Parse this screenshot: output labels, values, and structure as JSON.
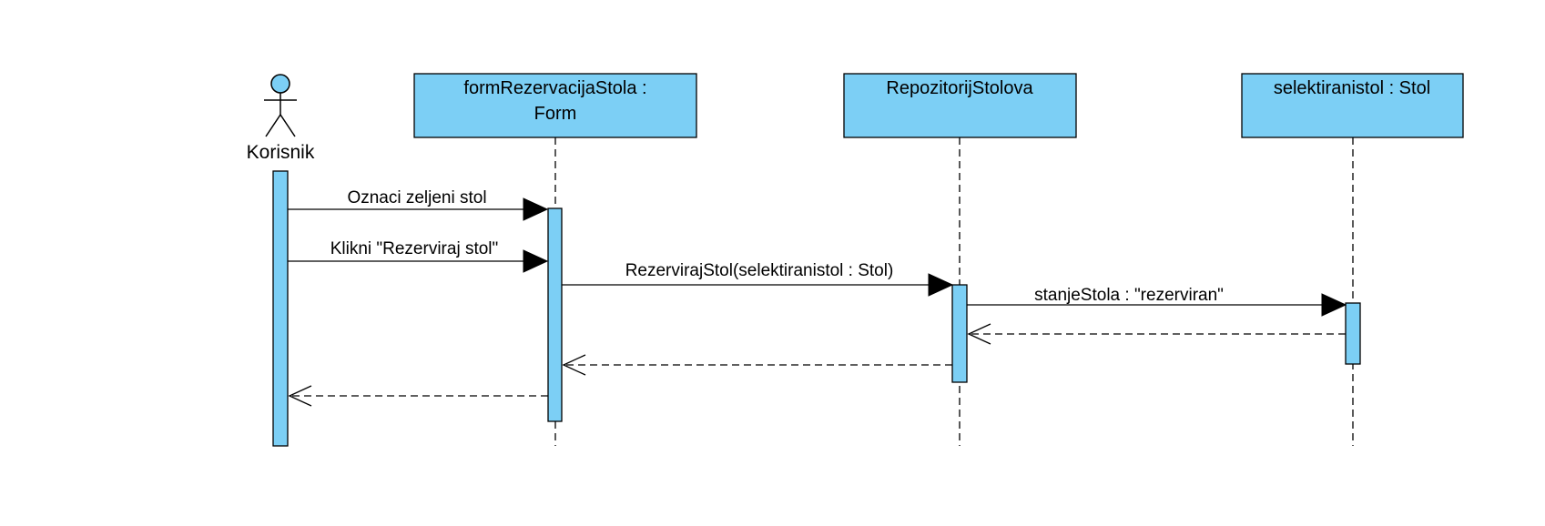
{
  "colors": {
    "fill": "#7ccff5",
    "stroke": "#000000",
    "background": "#ffffff"
  },
  "actor": {
    "label": "Korisnik"
  },
  "lifelines": [
    {
      "id": "form",
      "lines": [
        "formRezervacijaStola :",
        "Form"
      ]
    },
    {
      "id": "repo",
      "lines": [
        "RepozitorijStolova"
      ]
    },
    {
      "id": "stol",
      "lines": [
        "selektiranistol : Stol"
      ]
    }
  ],
  "messages": [
    {
      "from": "actor",
      "to": "form",
      "kind": "sync",
      "label": "Oznaci zeljeni stol"
    },
    {
      "from": "actor",
      "to": "form",
      "kind": "sync",
      "label": "Klikni \"Rezerviraj stol\""
    },
    {
      "from": "form",
      "to": "repo",
      "kind": "sync",
      "label": "RezervirajStol(selektiranistol : Stol)"
    },
    {
      "from": "repo",
      "to": "stol",
      "kind": "sync",
      "label": "stanjeStola : \"rezerviran\""
    },
    {
      "from": "stol",
      "to": "repo",
      "kind": "return",
      "label": ""
    },
    {
      "from": "repo",
      "to": "form",
      "kind": "return",
      "label": ""
    },
    {
      "from": "form",
      "to": "actor",
      "kind": "return",
      "label": ""
    }
  ]
}
